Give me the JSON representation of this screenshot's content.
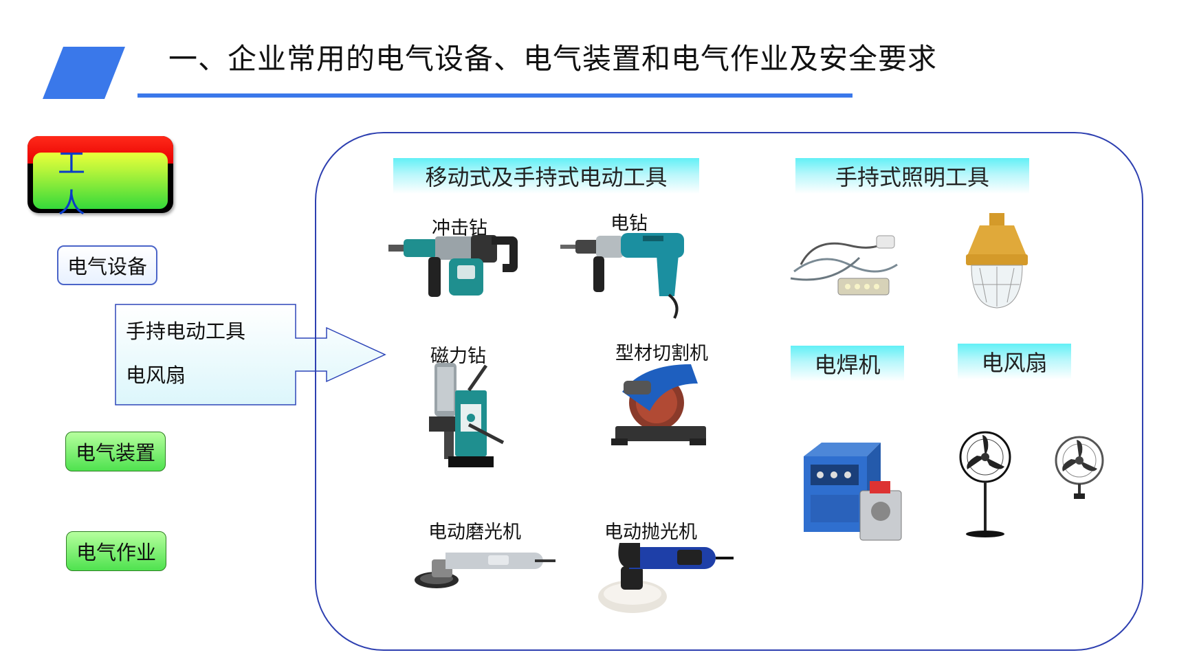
{
  "header": {
    "title": "一、企业常用的电气设备、电气装置和电气作业及安全要求",
    "accent_color": "#3a78ea"
  },
  "worker_badge": {
    "label": "工 人"
  },
  "categories": [
    {
      "label": "电气设备"
    },
    {
      "label": "电气装置"
    },
    {
      "label": "电气作业"
    }
  ],
  "callout": {
    "lines": [
      "手持电动工具",
      "电风扇"
    ]
  },
  "sections": {
    "portable_tools": "移动式及手持式电动工具",
    "handheld_lighting": "手持式照明工具",
    "welder": "电焊机",
    "fan": "电风扇"
  },
  "tools": {
    "impact_drill": "冲击钻",
    "drill": "电钻",
    "magnetic_drill": "磁力钻",
    "profile_cutter": "型材切割机",
    "grinder": "电动磨光机",
    "polisher": "电动抛光机"
  },
  "icons": [
    "parallelogram-icon",
    "impact-drill-icon",
    "electric-drill-icon",
    "magnetic-drill-icon",
    "cutoff-saw-icon",
    "angle-grinder-icon",
    "polisher-icon",
    "cable-lamp-icon",
    "explosion-proof-lamp-icon",
    "welding-machine-icon",
    "floor-fan-icon",
    "wall-fan-icon"
  ]
}
